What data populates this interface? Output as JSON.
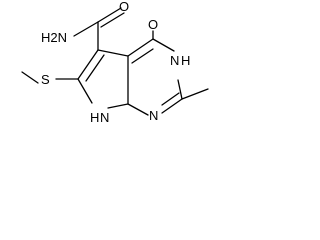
{
  "molecule": {
    "atoms": {
      "amide_n": "H2N",
      "amide_o": "O",
      "ring_o": "O",
      "n3": "N",
      "n3_h": "H",
      "n1": "N",
      "s": "S",
      "n7": "N",
      "n7_h": "H"
    },
    "colors": {
      "bond": "#000000",
      "label": "#000000",
      "background": "#ffffff"
    }
  }
}
